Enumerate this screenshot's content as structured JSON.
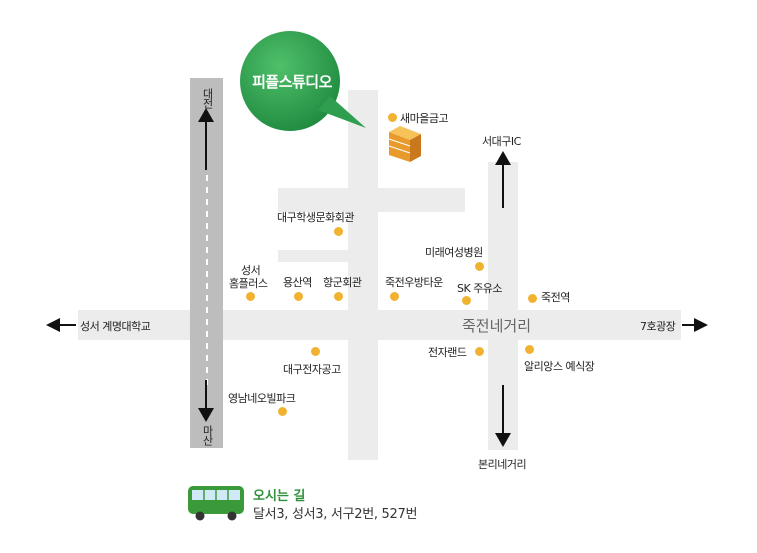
{
  "business_name": "피플스튜디오",
  "directions": {
    "north": "대전",
    "south": "마산",
    "west": "성서 계명대학교",
    "east": "7호광장",
    "up_right": "서대구IC",
    "down_right": "본리네거리"
  },
  "intersection": "죽전네거리",
  "landmarks": {
    "saemaeul": "새마을금고",
    "student_center": "대구학생문화회관",
    "seongseo_homeplus_1": "성서",
    "seongseo_homeplus_2": "홈플러스",
    "yongsan_station": "용산역",
    "hyanggun_hall": "향군회관",
    "jukjeon_post": "죽전우방타운",
    "mirae_hospital": "미래여성병원",
    "sk_gas": "SK 주유소",
    "jukjeon_station": "죽전역",
    "electronics_hs": "대구전자공고",
    "electronics_land": "전자랜드",
    "alliance_hall": "알리앙스 예식장",
    "yeongnam_park": "영남네오빌파크"
  },
  "bus": {
    "title": "오시는 길",
    "routes": "달서3, 성서3, 서구2번, 527번"
  },
  "colors": {
    "bubble_green": "#2e9e4f",
    "dot_orange": "#f1b232",
    "road_light": "#ececec",
    "highway_gray": "#bdbdbd",
    "bus_green": "#3a9a3a"
  }
}
